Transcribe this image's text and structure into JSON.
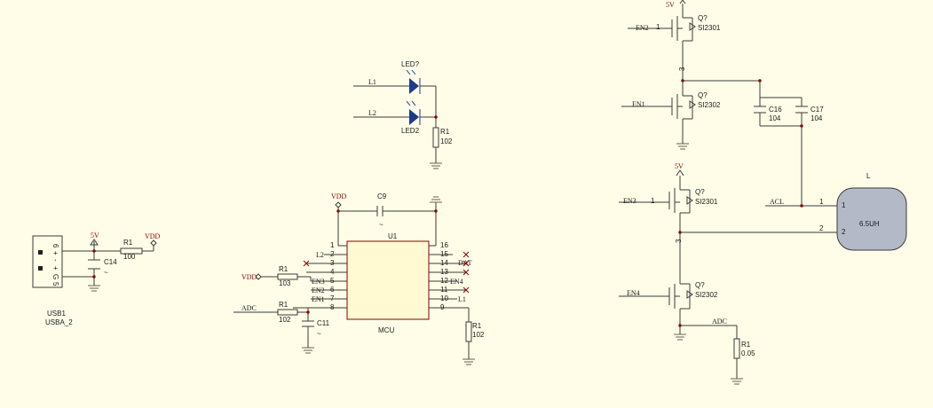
{
  "usb": {
    "pins": [
      "6",
      "+",
      "-",
      "+",
      "G",
      "5"
    ],
    "ref": "USB1",
    "name": "USBA_2"
  },
  "usb_power": {
    "net": "5V",
    "cap": "C14",
    "cap_val": "~",
    "res": "R1",
    "res_val": "100",
    "vdd": "VDD"
  },
  "led": {
    "l1": "L1",
    "l2": "L2",
    "led_top": "LED?",
    "led_bottom": "LED2",
    "res": "R1",
    "res_val": "102"
  },
  "mcu": {
    "ref": "U1",
    "name": "MCU",
    "left_pins": [
      "1",
      "2",
      "3",
      "4",
      "5",
      "6",
      "7",
      "8"
    ],
    "right_pins": [
      "16",
      "15",
      "14",
      "13",
      "12",
      "11",
      "10",
      "9"
    ],
    "left_nets": [
      "L2",
      "EN3",
      "EN2",
      "EN1"
    ],
    "right_nets": [
      "DAT",
      "EN4",
      "L1"
    ],
    "vdd": "VDD",
    "cap": "C9",
    "cap_val": "~",
    "vdd_res": {
      "net": "VDD",
      "ref": "R1",
      "val": "103"
    },
    "adc_res": {
      "net": "ADC",
      "ref": "R1",
      "val": "102"
    },
    "adc_cap": {
      "ref": "C11",
      "val": "~"
    },
    "pin9_res": {
      "ref": "R1",
      "val": "102"
    }
  },
  "bridge": {
    "q_ref": "Q?",
    "q1": {
      "net": "EN2",
      "pin": "1",
      "part": "SI2301",
      "vnet": "5V"
    },
    "q2": {
      "net": "EN1",
      "part": "SI2302"
    },
    "q3": {
      "net": "EN3",
      "pin": "1",
      "part": "SI2301",
      "vnet": "5V"
    },
    "q4": {
      "net": "EN4",
      "part": "SI2302"
    },
    "node_pin": "3",
    "c16": {
      "ref": "C16",
      "val": "104"
    },
    "c17": {
      "ref": "C17",
      "val": "104"
    },
    "acl": "ACL",
    "adc": "ADC",
    "rsense": {
      "ref": "R1",
      "val": "0.05"
    }
  },
  "inductor": {
    "ref": "L",
    "val": "6.5UH",
    "pin1": "1",
    "pin2": "2"
  }
}
